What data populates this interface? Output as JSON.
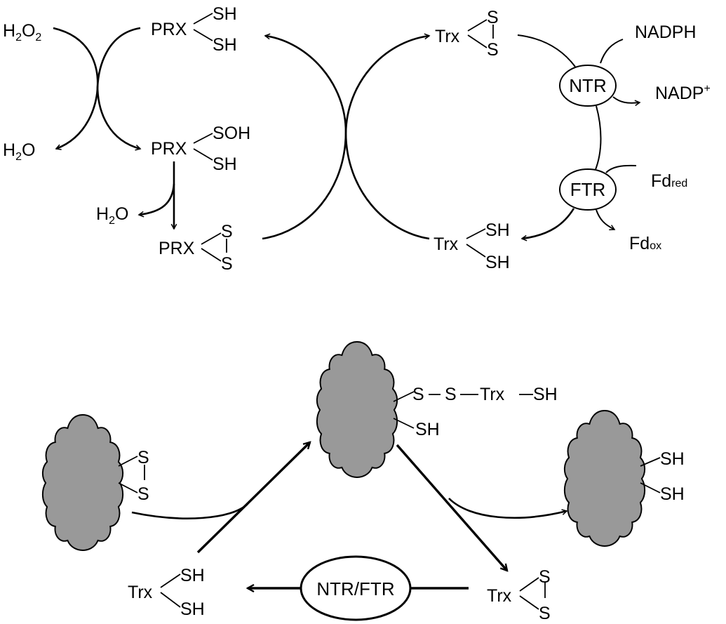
{
  "colors": {
    "protein": "#999999",
    "line": "#000000",
    "background": "#ffffff"
  },
  "top_panel": {
    "h2o2": {
      "main": "H",
      "sub1": "2",
      "mid": "O",
      "sub2": "2"
    },
    "h2o_left": {
      "main": "H",
      "sub": "2",
      "end": "O"
    },
    "h2o_middle": {
      "main": "H",
      "sub": "2",
      "end": "O"
    },
    "prx_reduced": {
      "core": "PRX",
      "group1": "SH",
      "group2": "SH"
    },
    "prx_sulfenic": {
      "core": "PRX",
      "group1": "SOH",
      "group2": "SH"
    },
    "prx_disulfide": {
      "core": "PRX",
      "s1": "S",
      "s2": "S"
    },
    "trx_oxidized": {
      "core": "Trx",
      "s1": "S",
      "s2": "S"
    },
    "trx_reduced": {
      "core": "Trx",
      "group1": "SH",
      "group2": "SH"
    },
    "ntr": {
      "label": "NTR"
    },
    "ftr": {
      "label": "FTR"
    },
    "nadph": {
      "label": "NADPH"
    },
    "nadp": {
      "label": "NADP",
      "sup": "+"
    },
    "fd_red": {
      "main": "Fd",
      "sub": "red"
    },
    "fd_ox": {
      "main": "Fd",
      "sub": "ox"
    }
  },
  "bottom_panel": {
    "target_oxidized": {
      "s1": "S",
      "s2": "S"
    },
    "intermediate": {
      "chain": [
        "S",
        "S",
        "Trx",
        "SH"
      ],
      "group2": "SH"
    },
    "target_reduced": {
      "group1": "SH",
      "group2": "SH"
    },
    "trx_reduced": {
      "core": "Trx",
      "group1": "SH",
      "group2": "SH"
    },
    "trx_oxidized": {
      "core": "Trx",
      "s1": "S",
      "s2": "S"
    },
    "reductase": {
      "label": "NTR/FTR"
    }
  }
}
